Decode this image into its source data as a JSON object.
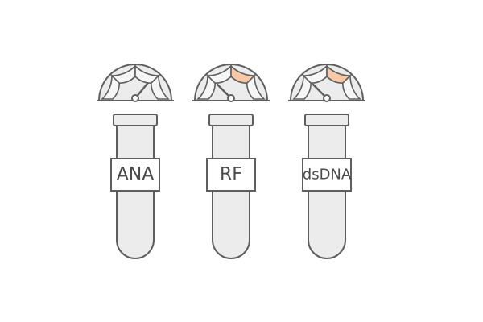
{
  "tests": [
    {
      "label": "ANA",
      "gauge_level": 0.72,
      "highlight_segment": null
    },
    {
      "label": "RF",
      "gauge_level": 0.25,
      "highlight_segment": 3
    },
    {
      "label": "dsDNA",
      "gauge_level": 0.25,
      "highlight_segment": 3
    }
  ],
  "colors": {
    "outline": "#5e5e5e",
    "fill": "#ececec",
    "label_fill": "#ffffff",
    "highlight": "#f8c9a8",
    "text": "#4a4a4a"
  }
}
